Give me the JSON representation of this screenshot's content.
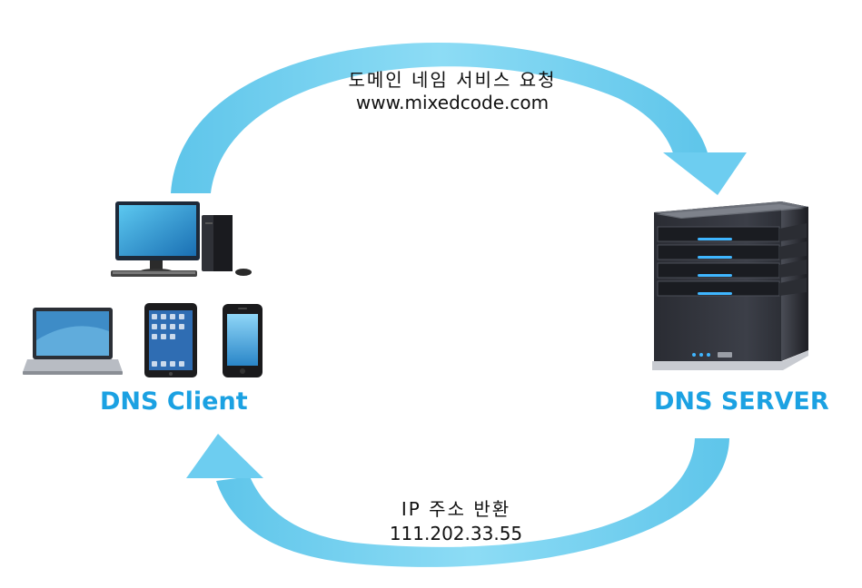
{
  "colors": {
    "accent": "#1ba1e2",
    "arrow": "#6fd0f2",
    "arrow_dark": "#46b4e0"
  },
  "request": {
    "title": "도메인 네임 서비스 요청",
    "domain": "www.mixedcode.com"
  },
  "response": {
    "title": "IP 주소 반환",
    "ip": "111.202.33.55"
  },
  "client": {
    "label": "DNS Client",
    "devices": [
      "desktop-computer-icon",
      "laptop-icon",
      "tablet-icon",
      "smartphone-icon"
    ]
  },
  "server": {
    "label": "DNS SERVER",
    "icon": "server-tower-icon"
  }
}
